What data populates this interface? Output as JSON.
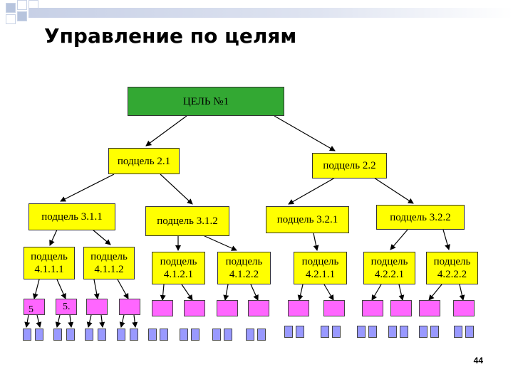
{
  "slide": {
    "title": "Управление по целям",
    "page_number": "44"
  },
  "goal": "ЦЕЛЬ №1",
  "level2": [
    "подцель 2.1",
    "подцель 2.2"
  ],
  "level3": [
    "подцель 3.1.1",
    "подцель 3.1.2",
    "подцель 3.2.1",
    "подцель 3.2.2"
  ],
  "level4": [
    {
      "word": "подцель",
      "num": "4.1.1.1"
    },
    {
      "word": "подцель",
      "num": "4.1.1.2"
    },
    {
      "word": "подцель",
      "num": "4.1.2.1"
    },
    {
      "word": "подцель",
      "num": "4.1.2.2"
    },
    {
      "word": "подцель",
      "num": "4.2.1.1"
    },
    {
      "word": "подцель",
      "num": "4.2.2.1"
    },
    {
      "word": "подцель",
      "num": "4.2.2.2"
    }
  ],
  "level5_labels": [
    "5",
    "5."
  ],
  "colors": {
    "goal": "#33a833",
    "subgoal": "#ffff00",
    "level5": "#ff66ff",
    "level6": "#9999ff"
  }
}
